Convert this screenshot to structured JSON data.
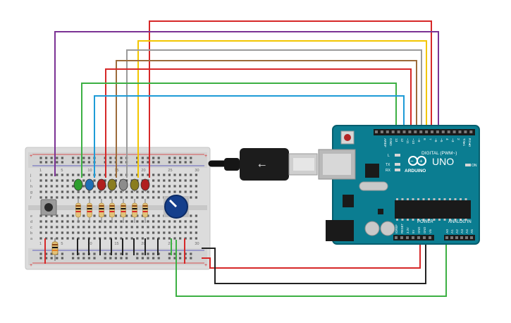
{
  "board": {
    "header_digital": "DIGITAL (PWM~)",
    "header_analog": "ANALOG IN",
    "header_power": "POWER",
    "brand": "ARDUINO",
    "model": "UNO",
    "led_l": "L",
    "led_tx": "TX",
    "led_rx": "RX",
    "led_on": "ON",
    "digital_pins": [
      "AREF",
      "GND",
      "13",
      "12",
      "~11",
      "~10",
      "~9",
      "8",
      "7",
      "~6",
      "~5",
      "4",
      "~3",
      "2",
      "TX▸1",
      "RX◂0"
    ],
    "power_pins": [
      "IOREF",
      "RESET",
      "3.3V",
      "5V",
      "GND",
      "GND",
      "Vin"
    ],
    "analog_pins": [
      "A0",
      "A1",
      "A2",
      "A3",
      "A4",
      "A5"
    ]
  },
  "breadboard": {
    "row_letters_top": [
      "j",
      "i",
      "h",
      "g",
      "f"
    ],
    "row_letters_bottom": [
      "e",
      "d",
      "c",
      "b",
      "a"
    ],
    "column_numbers": [
      "1",
      "5",
      "10",
      "15",
      "20",
      "25",
      "30"
    ],
    "rail_plus": "+",
    "rail_minus": "-"
  },
  "colors": {
    "board": "#0b7d91",
    "board_dark": "#075e6e",
    "breadboard": "#dcdcdc",
    "wire_red": "#d62828",
    "wire_purple": "#7b3294",
    "wire_gray": "#9a9a9a",
    "wire_yellow": "#f2c500",
    "wire_brown": "#9c6b3a",
    "wire_green": "#3cb043",
    "wire_blue": "#1e9bd7",
    "wire_black": "#222222"
  },
  "leds": [
    {
      "name": "green",
      "color": "#2e9e2e"
    },
    {
      "name": "blue",
      "color": "#1f6fb5"
    },
    {
      "name": "red",
      "color": "#b01f1f"
    },
    {
      "name": "olive",
      "color": "#8a7d1f"
    },
    {
      "name": "gray",
      "color": "#8c8c8c"
    },
    {
      "name": "olive",
      "color": "#8a7d1f"
    },
    {
      "name": "red",
      "color": "#b01f1f"
    }
  ]
}
